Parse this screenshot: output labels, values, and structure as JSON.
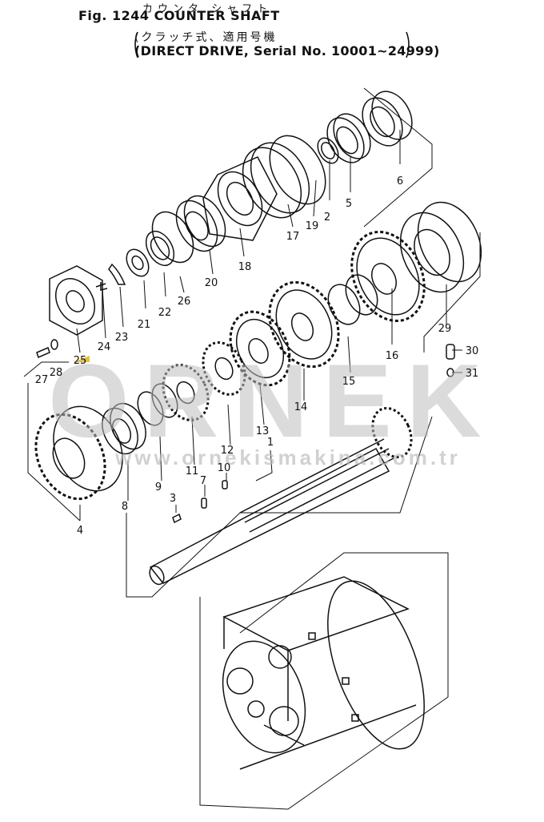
{
  "header": {
    "fig_title": "Fig. 1244  COUNTER  SHAFT",
    "title_jp": "カウンタ  シャフト",
    "paren_line1": "(クラッチ式、適用号機",
    "paren_line2": "(DIRECT DRIVE, Serial No. 10001~24999)"
  },
  "callouts": [
    {
      "id": "c1",
      "label": "1"
    },
    {
      "id": "c2",
      "label": "2"
    },
    {
      "id": "c3",
      "label": "3"
    },
    {
      "id": "c4",
      "label": "4"
    },
    {
      "id": "c5",
      "label": "5"
    },
    {
      "id": "c6",
      "label": "6"
    },
    {
      "id": "c7",
      "label": "7"
    },
    {
      "id": "c8",
      "label": "8"
    },
    {
      "id": "c9",
      "label": "9"
    },
    {
      "id": "c10",
      "label": "10"
    },
    {
      "id": "c11",
      "label": "11"
    },
    {
      "id": "c12",
      "label": "12"
    },
    {
      "id": "c13",
      "label": "13"
    },
    {
      "id": "c14",
      "label": "14"
    },
    {
      "id": "c15",
      "label": "15"
    },
    {
      "id": "c16",
      "label": "16"
    },
    {
      "id": "c17",
      "label": "17"
    },
    {
      "id": "c18",
      "label": "18"
    },
    {
      "id": "c19",
      "label": "19"
    },
    {
      "id": "c20",
      "label": "20"
    },
    {
      "id": "c21",
      "label": "21"
    },
    {
      "id": "c22",
      "label": "22"
    },
    {
      "id": "c23",
      "label": "23"
    },
    {
      "id": "c24",
      "label": "24"
    },
    {
      "id": "c25",
      "label": "25"
    },
    {
      "id": "c26",
      "label": "26"
    },
    {
      "id": "c27",
      "label": "27"
    },
    {
      "id": "c28",
      "label": "28"
    },
    {
      "id": "c29",
      "label": "29"
    },
    {
      "id": "c30",
      "label": "30"
    },
    {
      "id": "c31",
      "label": "31"
    }
  ],
  "watermark": {
    "text": "ORNEK",
    "url": "www.ornekismakina.com.tr",
    "color": "#bdbdbd",
    "accent_color": "#e0c340"
  }
}
